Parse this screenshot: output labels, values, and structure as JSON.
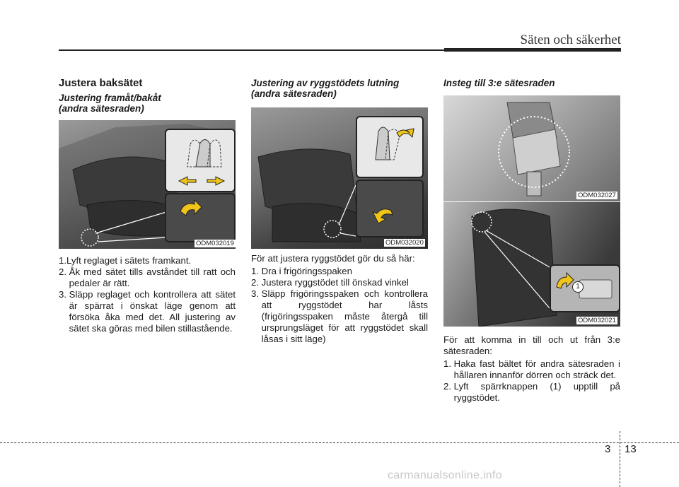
{
  "header": {
    "title": "Säten och säkerhet"
  },
  "col1": {
    "heading": "Justera baksätet",
    "subheading_line1": "Justering framåt/bakåt",
    "subheading_line2": "(andra sätesraden)",
    "photo_label": "ODM032019",
    "steps": [
      {
        "num": "1.",
        "text": "Lyft reglaget i sätets framkant."
      },
      {
        "num": "2. ",
        "text": "Åk med sätet tills avståndet till ratt och pedaler är rätt."
      },
      {
        "num": "3. ",
        "text": "Släpp reglaget och kontrollera att sätet är spärrat i önskat läge genom att försöka åka med det. All justering av sätet ska göras med bilen stillastående."
      }
    ]
  },
  "col2": {
    "subheading_line1": "Justering av ryggstödets lutning",
    "subheading_line2": "(andra sätesraden)",
    "photo_label": "ODM032020",
    "intro": "För att justera ryggstödet gör du så här:",
    "steps": [
      {
        "num": "1. ",
        "text": "Dra i frigöringsspaken"
      },
      {
        "num": "2. ",
        "text": "Justera ryggstödet till önskad vinkel"
      },
      {
        "num": "3. ",
        "text": "Släpp frigöringsspaken och kontrollera att ryggstödet har låsts (frigöringsspaken måste återgå till ursprungsläget för att ryggstödet skall låsas i sitt läge)"
      }
    ]
  },
  "col3": {
    "subheading": "Insteg till 3:e sätesraden",
    "photo1_label": "ODM032027",
    "photo2_label": "ODM032021",
    "callout_number": "1",
    "intro": "För att komma in till och ut från 3:e sätesraden:",
    "steps": [
      {
        "num": "1. ",
        "text": "Haka fast bältet för andra sätesraden i hållaren innanför dörren och sträck det."
      },
      {
        "num": "2. ",
        "text": "Lyft spärrknappen (1) upptill på ryggstödet."
      }
    ]
  },
  "footer": {
    "chapter": "3",
    "page": "13",
    "watermark": "carmanualsonline.info"
  },
  "colors": {
    "arrow_yellow": "#f0c419",
    "text": "#1a1a1a",
    "rule": "#222222",
    "watermark": "#c8c8c8"
  }
}
